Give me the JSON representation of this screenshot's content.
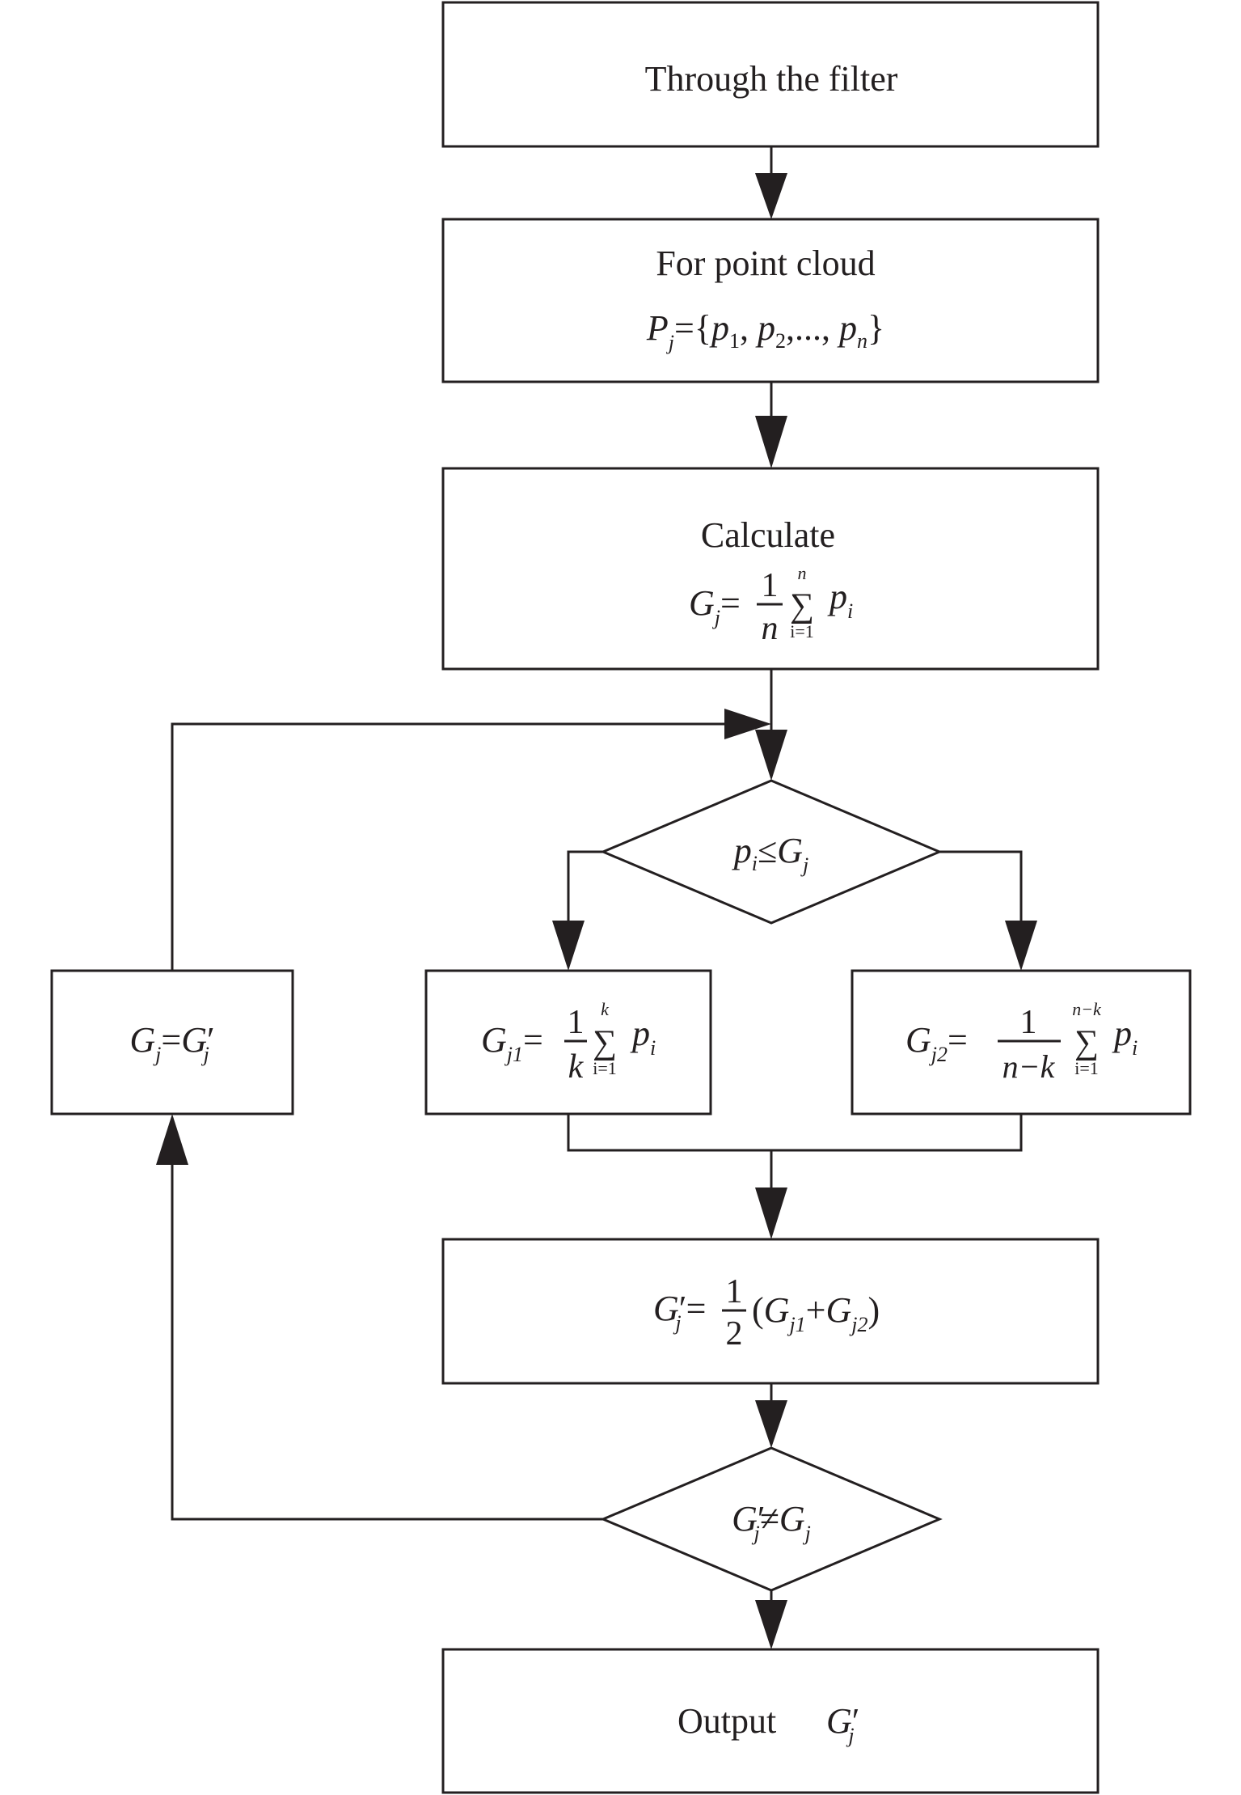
{
  "nodes": {
    "filter": {
      "label": "Through the filter"
    },
    "cloud": {
      "label": "For point cloud",
      "P": "P",
      "P_sub": "j",
      "eq": "=",
      "lbrace": "{",
      "p1": "p",
      "p1_sub": "1",
      "sep1": ", ",
      "p2": "p",
      "p2_sub": "2",
      "sep2": ",..., ",
      "pn": "p",
      "pn_sub": "n",
      "rbrace": "}"
    },
    "calc": {
      "label": "Calculate",
      "G": "G",
      "G_sub": "j",
      "eq": "=",
      "num": "1",
      "den": "n",
      "sigma": "∑",
      "sigma_top": "n",
      "sigma_bot": "i=1",
      "p": "p",
      "p_sub": "i"
    },
    "decision1": {
      "p": "p",
      "p_sub": "i",
      "op": "≤",
      "G": "G",
      "G_sub": "j"
    },
    "gj1": {
      "G": "G",
      "G_sub": "j1",
      "eq": "=",
      "num": "1",
      "den": "k",
      "sigma": "∑",
      "sigma_top": "k",
      "sigma_bot": "i=1",
      "p": "p",
      "p_sub": "i"
    },
    "gj2": {
      "G": "G",
      "G_sub": "j2",
      "eq": "=",
      "num": "1",
      "den": "n−k",
      "sigma": "∑",
      "sigma_top": "n−k",
      "sigma_bot": "i=1",
      "p": "p",
      "p_sub": "i"
    },
    "assign": {
      "G": "G",
      "G_sub": "j",
      "eq": "=",
      "G2": "G",
      "prime": "′",
      "G2_sub": "j"
    },
    "average": {
      "G": "G",
      "prime": "′",
      "G_sub": "j",
      "eq": "=",
      "num": "1",
      "den": "2",
      "lparen": "(",
      "Ga": "G",
      "Ga_sub": "j1",
      "plus": "+",
      "Gb": "G",
      "Gb_sub": "j2",
      "rparen": ")"
    },
    "decision2": {
      "G": "G",
      "prime": "′",
      "G_sub": "j",
      "op": "≠",
      "G2": "G",
      "G2_sub": "j"
    },
    "output": {
      "label": "Output",
      "G": "G",
      "prime": "′",
      "G_sub": "j"
    }
  }
}
